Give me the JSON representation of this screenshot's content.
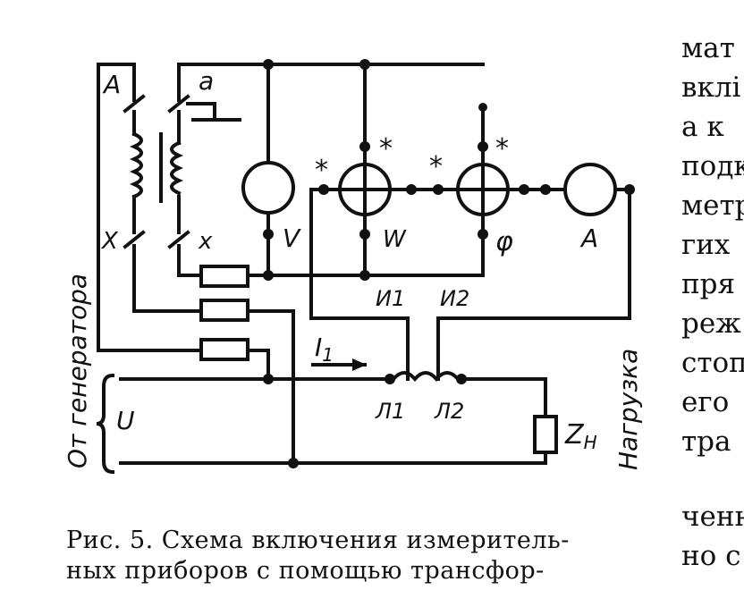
{
  "diagram": {
    "labels": {
      "A_term": "A",
      "a_term": "a",
      "X_term": "X",
      "x_term": "x",
      "V_meter": "V",
      "W_meter": "W",
      "phi_meter": "φ",
      "A_meter": "A",
      "star": "*",
      "I1_terminal": "И1",
      "I2_terminal": "И2",
      "current": "I",
      "current_sub": "1",
      "L1": "Л1",
      "L2": "Л2",
      "U": "U",
      "Z": "Z",
      "Z_sub": "Н",
      "from_generator": "От генератора",
      "load": "Нагрузка"
    }
  },
  "caption": {
    "line1": "Рис. 5. Схема включения измеритель-",
    "line2": "ных приборов с помощью трансфор-"
  },
  "right_text": [
    "мат",
    "вклі",
    "а к",
    "подк",
    "метр",
    "гих",
    "пря",
    "реж",
    "стоп",
    "его",
    "тра",
    "ченн",
    "но с"
  ]
}
